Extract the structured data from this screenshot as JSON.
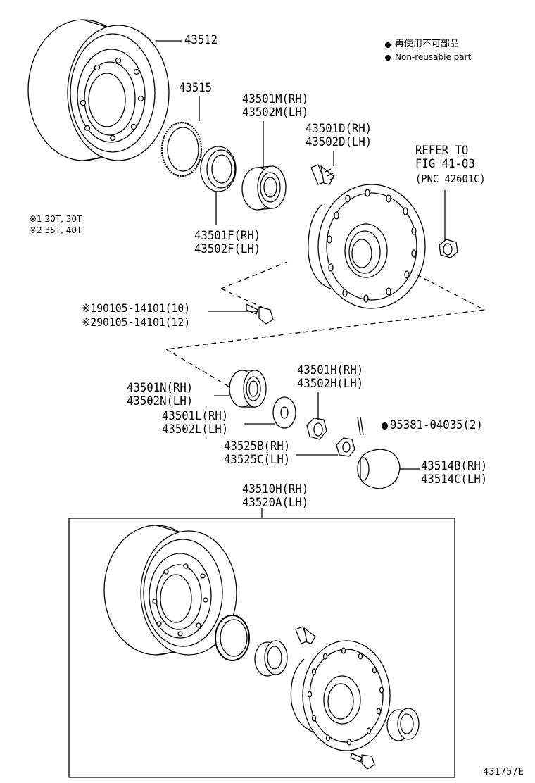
{
  "legend": {
    "line1": "再使用不可部品",
    "line2": "Non-reusable part"
  },
  "notes": {
    "note1": "※1 20T, 30T",
    "note2": "※2 35T, 40T"
  },
  "parts": {
    "p43512": "43512",
    "p43515": "43515",
    "p43501M": "43501M(RH)",
    "p43502M": "43502M(LH)",
    "p43501D": "43501D(RH)",
    "p43502D": "43502D(LH)",
    "refer1": "REFER TO",
    "refer2": "FIG 41-03",
    "refer3": "(PNC 42601C)",
    "p43501F": "43501F(RH)",
    "p43502F": "43502F(LH)",
    "bolt1": "※190105-14101(10)",
    "bolt2": "※290105-14101(12)",
    "p43501N": "43501N(RH)",
    "p43502N": "43502N(LH)",
    "p43501H": "43501H(RH)",
    "p43502H": "43502H(LH)",
    "p43501L": "43501L(RH)",
    "p43502L": "43502L(LH)",
    "pin": "95381-04035(2)",
    "p43525B": "43525B(RH)",
    "p43525C": "43525C(LH)",
    "p43514B": "43514B(RH)",
    "p43514C": "43514C(LH)",
    "p43510H": "43510H(RH)",
    "p43520A": "43520A(LH)"
  },
  "figure_id": "431757E"
}
